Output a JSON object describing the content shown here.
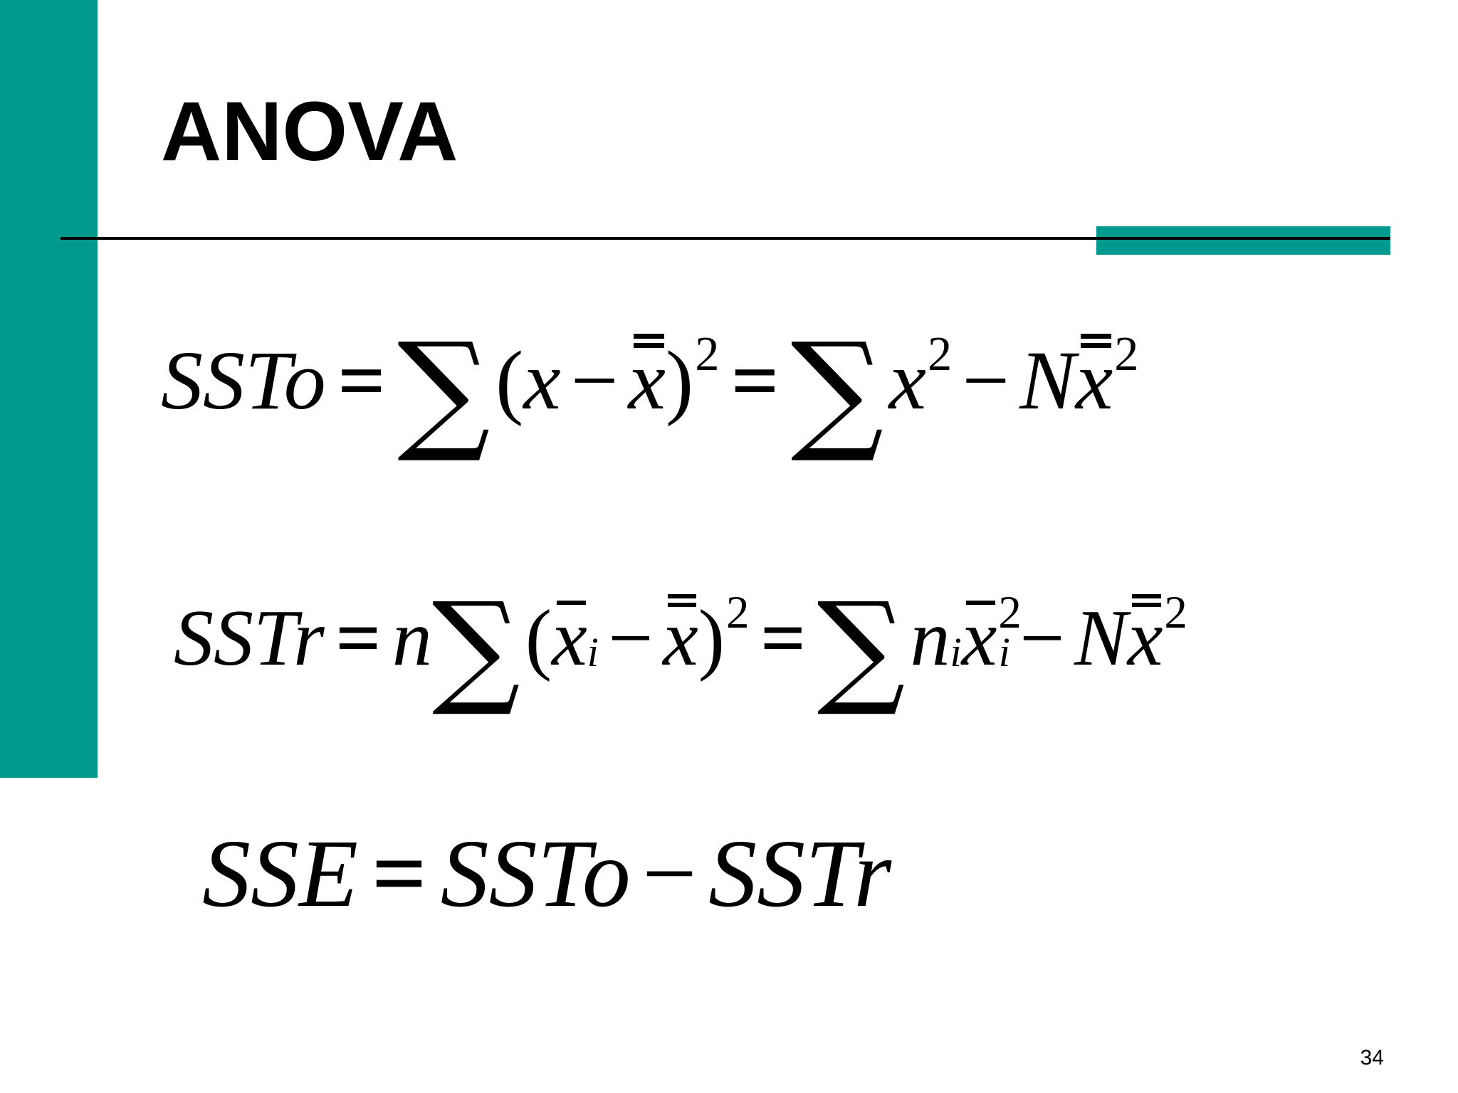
{
  "slide": {
    "title": "ANOVA",
    "page_number": "34",
    "accent_color": "#009990"
  },
  "formulas": {
    "ssto": {
      "lhs": "SSTo",
      "eq": "=",
      "sigma": "∑",
      "open_paren": "(",
      "x": "x",
      "minus": "−",
      "grand_mean_symbol": "x",
      "close_paren": ")",
      "exp": "2",
      "eq2": "=",
      "sigma2": "∑",
      "x2": "x",
      "exp2": "2",
      "minus2": "−",
      "N": "N",
      "grand_mean_symbol2": "x",
      "exp3": "2"
    },
    "sstr": {
      "lhs": "SSTr",
      "eq": "=",
      "n": "n",
      "sigma": "∑",
      "open_paren": "(",
      "group_mean_symbol": "x",
      "sub_i": "i",
      "minus": "−",
      "grand_mean_symbol": "x",
      "close_paren": ")",
      "exp": "2",
      "eq2": "=",
      "sigma2": "∑",
      "n2": "n",
      "sub_i2": "i",
      "group_mean_symbol2": "x",
      "exp2": "2",
      "sub_i3": "i",
      "minus2": "−",
      "N": "N",
      "grand_mean_symbol3": "x",
      "exp3": "2"
    },
    "sse": {
      "lhs": "SSE",
      "eq": "=",
      "term1": "SSTo",
      "minus": "−",
      "term2": "SSTr"
    }
  }
}
